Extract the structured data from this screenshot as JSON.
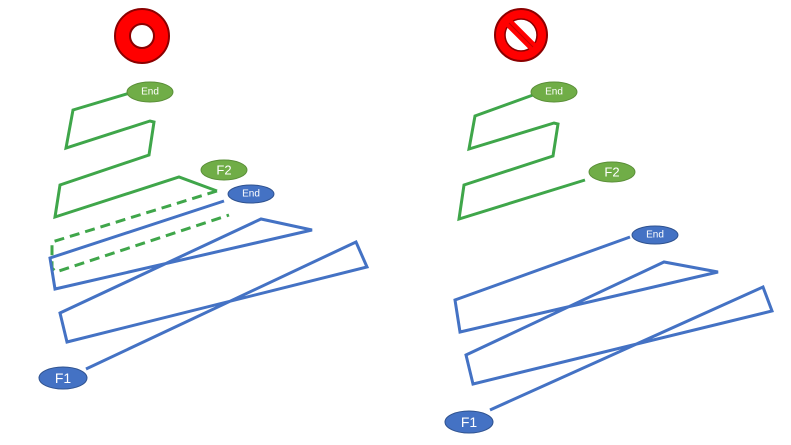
{
  "colors": {
    "green": "#3fa64a",
    "blue": "#4472c4",
    "green_badge": "#70ad47",
    "blue_badge": "#4472c4",
    "red": "#ff0000",
    "dark_red": "#8b0000"
  },
  "left_panel": {
    "verdict_icon": "circle-ok-mark",
    "green_path_end_label": "End",
    "green_path_start_label": "F2",
    "blue_path_end_label": "End",
    "blue_path_start_label": "F1"
  },
  "right_panel": {
    "verdict_icon": "prohibited-sign",
    "green_path_end_label": "End",
    "green_path_start_label": "F2",
    "blue_path_end_label": "End",
    "blue_path_start_label": "F1"
  }
}
